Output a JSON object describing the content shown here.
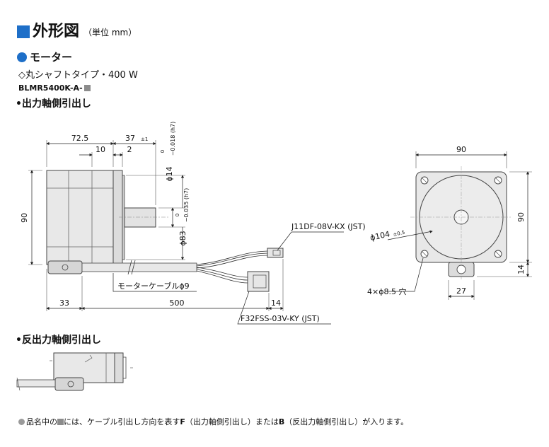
{
  "header": {
    "title": "外形図",
    "unit": "（単位 mm）"
  },
  "motor": {
    "heading": "モーター",
    "subtitle": "◇丸シャフトタイプ・400 W",
    "model": "BLMR5400K-A-",
    "view_output": "•出力軸側引出し",
    "view_reverse": "•反出力軸側引出し"
  },
  "dims": {
    "d72_5": "72.5",
    "d37": "37",
    "d37_tol": "±1",
    "d10": "10",
    "d2": "2",
    "phi14": "ϕ14",
    "phi14_tol_top": "0",
    "phi14_tol_bot": "−0.018 (h7)",
    "phi83": "ϕ83",
    "phi83_tol_top": "0",
    "phi83_tol_bot": "−0.035 (h7)",
    "d90_side": "90",
    "d33": "33",
    "d500": "500",
    "d14_conn": "14",
    "cable": "モーターケーブルϕ9",
    "conn_top": "J11DF-08V-KX (JST)",
    "conn_bottom": "F32FSS-03V-KY (JST)",
    "d90_front_top": "90",
    "d90_front_right": "90",
    "phi104": "ϕ104",
    "phi104_tol": "±0.5",
    "holes": "4×ϕ8.5 穴",
    "d27": "27",
    "d14_front": "14"
  },
  "footnote": {
    "prefix": "品名中の",
    "mid": "には、ケーブル引出し方向を表す",
    "F": "F",
    "f_desc": "（出力軸側引出し）または",
    "B": "B",
    "b_desc": "（反出力軸側引出し）が入ります。"
  },
  "colors": {
    "accent": "#1e6fc8",
    "body": "#e8e8e8",
    "body_dark": "#c9c9c9",
    "line": "#222222"
  }
}
